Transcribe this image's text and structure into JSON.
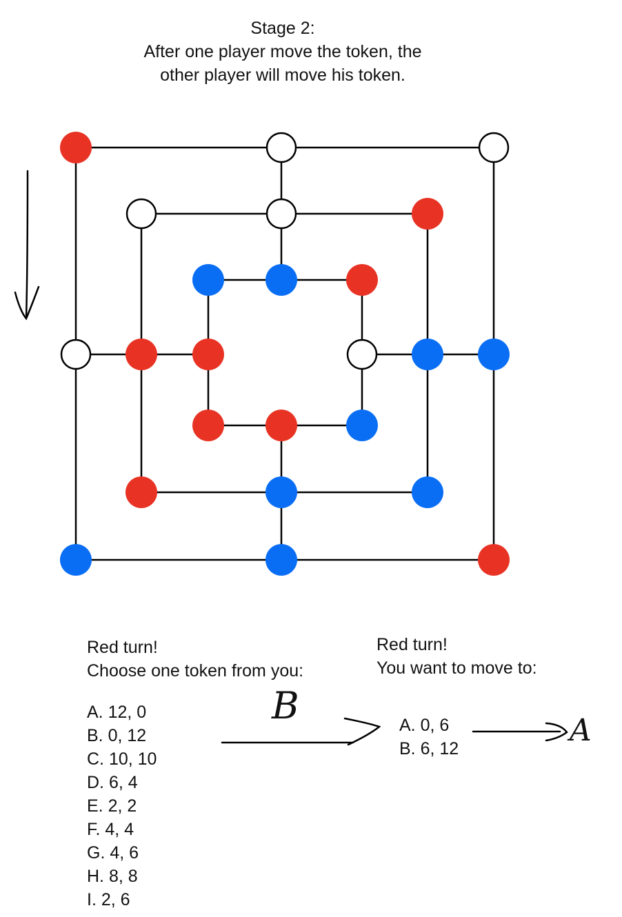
{
  "header": {
    "line1": "Stage 2:",
    "line2": "After one player move the token, the",
    "line3": "other player will move his token."
  },
  "board": {
    "colors": {
      "red": "#e83324",
      "blue": "#0a6ef5",
      "empty": "#ffffff",
      "line": "#000000"
    },
    "tokens": {
      "outer": {
        "tl": "red",
        "tm": "empty",
        "tr": "empty",
        "mr": "blue",
        "br": "red",
        "bm": "blue",
        "bl": "blue",
        "ml": "empty"
      },
      "middle": {
        "tl": "empty",
        "tm": "empty",
        "tr": "red",
        "mr": "blue",
        "br": "blue",
        "bm": "blue",
        "bl": "red",
        "ml": "red"
      },
      "inner": {
        "tl": "blue",
        "tm": "blue",
        "tr": "red",
        "mr": "empty",
        "br": "blue",
        "bm": "red",
        "bl": "red",
        "ml": "red"
      }
    }
  },
  "left_panel": {
    "turn": "Red turn!",
    "prompt": "Choose one token from you:",
    "options": [
      "A. 12, 0",
      "B. 0, 12",
      "C. 10, 10",
      "D. 6, 4",
      "E. 2, 2",
      "F. 4, 4",
      "G. 4, 6",
      "H. 8, 8",
      "I. 2, 6"
    ]
  },
  "right_panel": {
    "turn": "Red turn!",
    "prompt": "You want to move to:",
    "options": [
      "A. 0, 6",
      "B. 6, 12"
    ]
  },
  "annotations": {
    "choice_1": "B",
    "choice_2": "A"
  }
}
